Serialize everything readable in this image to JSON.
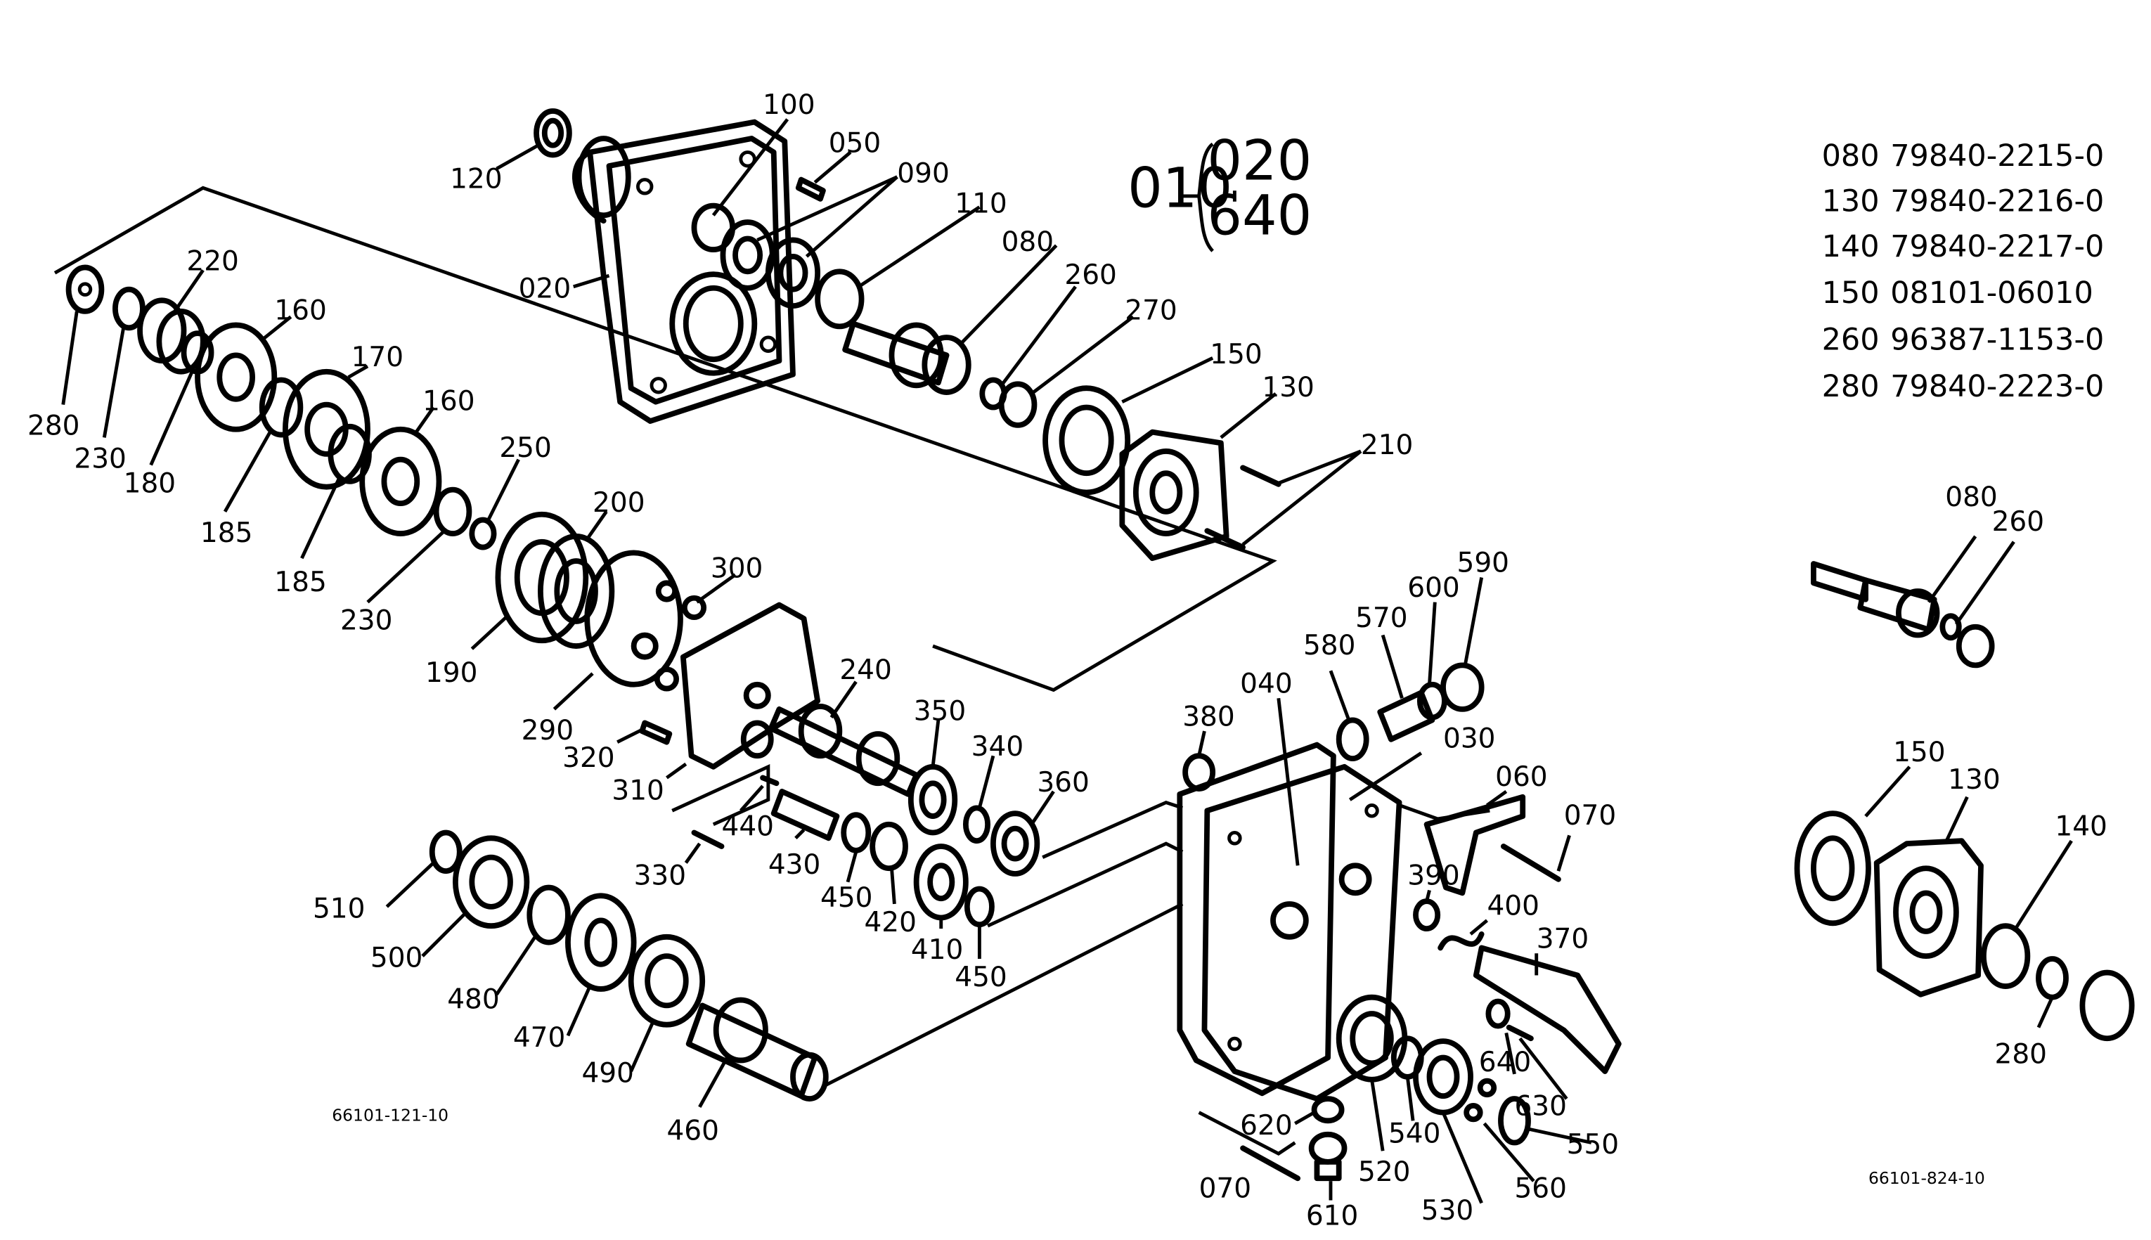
{
  "diagram": {
    "type": "exploded parts diagram",
    "drawing_codes": {
      "main": "66101-121-10",
      "inset": "66101-824-10"
    },
    "assembly_note": {
      "parent": "010",
      "children": [
        "020",
        "640"
      ]
    },
    "parts_table": [
      {
        "ref": "080",
        "part_no": "79840-2215-0"
      },
      {
        "ref": "130",
        "part_no": "79840-2216-0"
      },
      {
        "ref": "140",
        "part_no": "79840-2217-0"
      },
      {
        "ref": "150",
        "part_no": "08101-06010"
      },
      {
        "ref": "260",
        "part_no": "96387-1153-0"
      },
      {
        "ref": "280",
        "part_no": "79840-2223-0"
      }
    ],
    "callouts": {
      "c120": "120",
      "c100": "100",
      "c050": "050",
      "c090": "090",
      "c110": "110",
      "c020": "020",
      "c080": "080",
      "c260": "260",
      "c270": "270",
      "c150": "150",
      "c130": "130",
      "c210": "210",
      "c220": "220",
      "c160a": "160",
      "c170": "170",
      "c160b": "160",
      "c280": "280",
      "c230a": "230",
      "c180": "180",
      "c185a": "185",
      "c185b": "185",
      "c230b": "230",
      "c250": "250",
      "c200": "200",
      "c300": "300",
      "c190": "190",
      "c290": "290",
      "c240": "240",
      "c350": "350",
      "c340": "340",
      "c360": "360",
      "c320": "320",
      "c310": "310",
      "c440": "440",
      "c330": "330",
      "c430": "430",
      "c450a": "450",
      "c420": "420",
      "c410": "410",
      "c450b": "450",
      "c380": "380",
      "c040": "040",
      "c030": "030",
      "c580": "580",
      "c570": "570",
      "c600": "600",
      "c590": "590",
      "c060": "060",
      "c070a": "070",
      "c390": "390",
      "c400": "400",
      "c370": "370",
      "c510": "510",
      "c500": "500",
      "c480": "480",
      "c470": "470",
      "c490": "490",
      "c460": "460",
      "c640": "640",
      "c630": "630",
      "c620": "620",
      "c540": "540",
      "c550": "550",
      "c520": "520",
      "c560": "560",
      "c070b": "070",
      "c610": "610",
      "c530": "530",
      "i080": "080",
      "i260": "260",
      "i150": "150",
      "i130": "130",
      "i140": "140",
      "i280": "280"
    }
  }
}
